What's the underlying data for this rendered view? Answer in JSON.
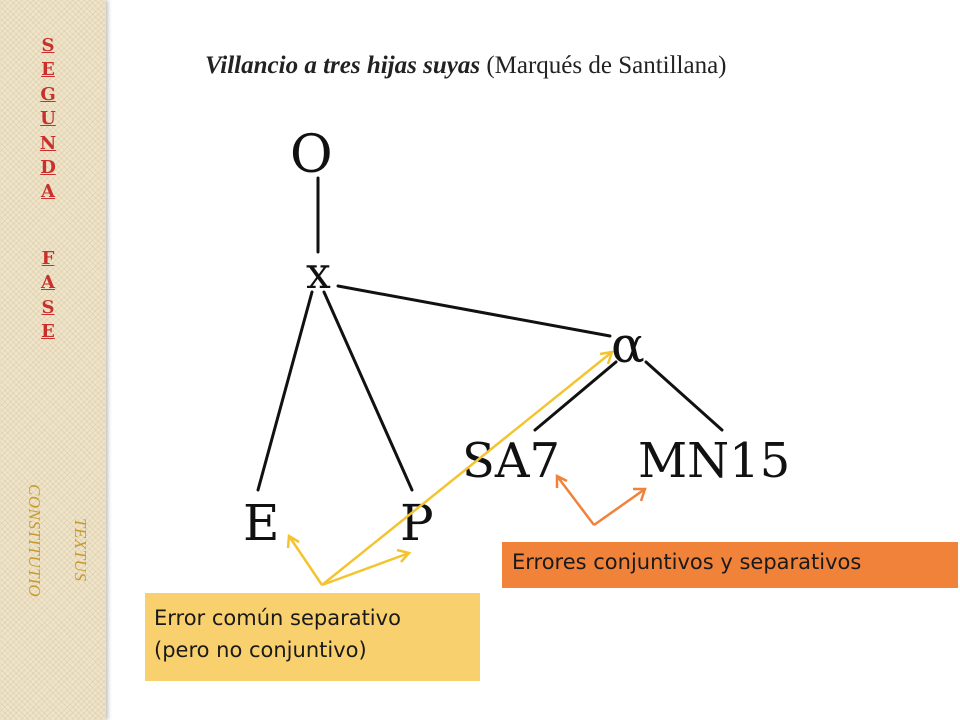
{
  "sidebar": {
    "letters": [
      "S",
      "E",
      "G",
      "U",
      "N",
      "D",
      "A",
      "F",
      "A",
      "S",
      "E"
    ],
    "vertical_1": "CONSTITUTIO",
    "vertical_2": "TEXTUS"
  },
  "title": {
    "italic": "Villancio a tres hijas suyas",
    "rest": "(Marqués de Santillana)"
  },
  "stemma": {
    "nodes": {
      "O": "O",
      "x": "x",
      "alpha": "α",
      "E": "E",
      "P": "P",
      "SA7": "SA7",
      "MN15": "MN15"
    }
  },
  "annotations": {
    "orange_box": "Errores conjuntivos y separativos",
    "yellow_box_line1": "Error común separativo",
    "yellow_box_line2": "(pero no conjuntivo)",
    "colors": {
      "orange": "#f0823a",
      "yellow": "#f9d06e",
      "sidebar_red": "#c9302c",
      "sidebar_gold": "#c89a2c"
    }
  }
}
